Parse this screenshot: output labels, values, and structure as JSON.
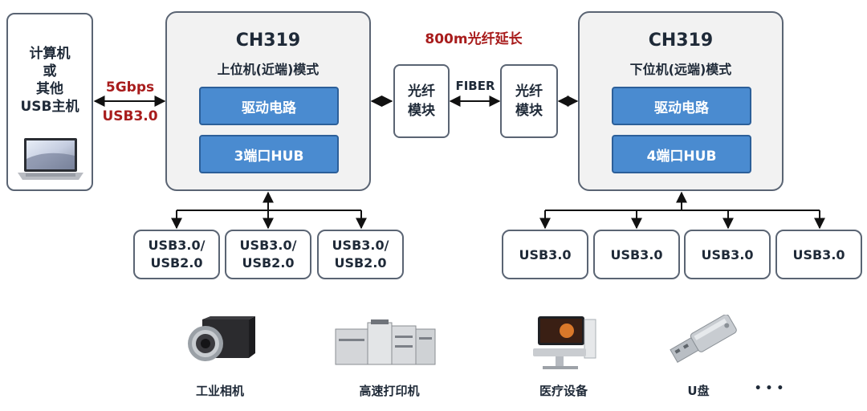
{
  "host": {
    "lines": [
      "计算机",
      "或",
      "其他",
      "USB主机"
    ]
  },
  "link": {
    "speed": "5Gbps",
    "protocol": "USB3.0"
  },
  "fiber_title": "800m光纤延长",
  "fiber_label": "FIBER",
  "optical_module": {
    "line1": "光纤",
    "line2": "模块"
  },
  "upper": {
    "chip": "CH319",
    "mode": "上位机(近端)模式",
    "driver": "驱动电路",
    "hub": "3端口HUB",
    "ports": [
      {
        "line1": "USB3.0/",
        "line2": "USB2.0"
      },
      {
        "line1": "USB3.0/",
        "line2": "USB2.0"
      },
      {
        "line1": "USB3.0/",
        "line2": "USB2.0"
      }
    ]
  },
  "lower": {
    "chip": "CH319",
    "mode": "下位机(远端)模式",
    "driver": "驱动电路",
    "hub": "4端口HUB",
    "ports": [
      "USB3.0",
      "USB3.0",
      "USB3.0",
      "USB3.0"
    ]
  },
  "devices": [
    {
      "label": "工业相机",
      "icon": "industrial-camera-icon"
    },
    {
      "label": "高速打印机",
      "icon": "printer-icon"
    },
    {
      "label": "医疗设备",
      "icon": "medical-device-icon"
    },
    {
      "label": "U盘",
      "icon": "usb-drive-icon"
    }
  ],
  "more": "• • •"
}
